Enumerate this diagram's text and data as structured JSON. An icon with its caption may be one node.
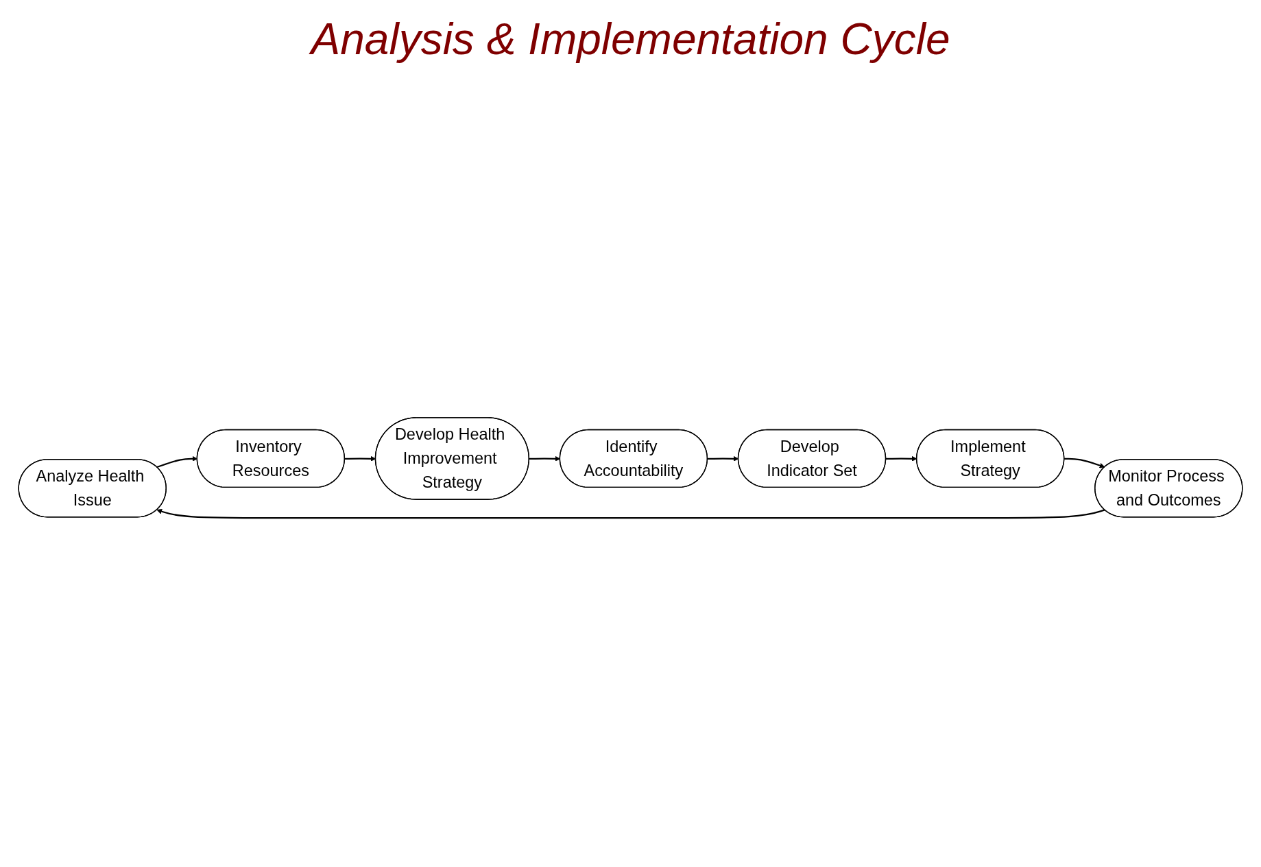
{
  "diagram": {
    "title": "Analysis & Implementation Cycle",
    "nodes": [
      {
        "text": [
          "Analyze Health Issue"
        ]
      },
      {
        "text": [
          "Inventory Resources"
        ]
      },
      {
        "text": [
          "Develop Health Improvement Strategy"
        ]
      },
      {
        "text": [
          "Identify Accountability"
        ]
      },
      {
        "text": [
          "Develop Indicator Set"
        ]
      },
      {
        "text": [
          "Implement Strategy"
        ]
      },
      {
        "text": [
          "Monitor Process and Outcomes"
        ]
      }
    ],
    "edges": [
      {
        "from": 0,
        "to": 1,
        "arrow": "to"
      },
      {
        "from": 1,
        "to": 2,
        "arrow": "to"
      },
      {
        "from": 2,
        "to": 3,
        "arrow": "to"
      },
      {
        "from": 3,
        "to": 4,
        "arrow": "to"
      },
      {
        "from": 4,
        "to": 5,
        "arrow": "to"
      },
      {
        "from": 5,
        "to": 6,
        "arrow": "to"
      },
      {
        "from": 6,
        "to": 0,
        "arrow": "to"
      }
    ]
  }
}
